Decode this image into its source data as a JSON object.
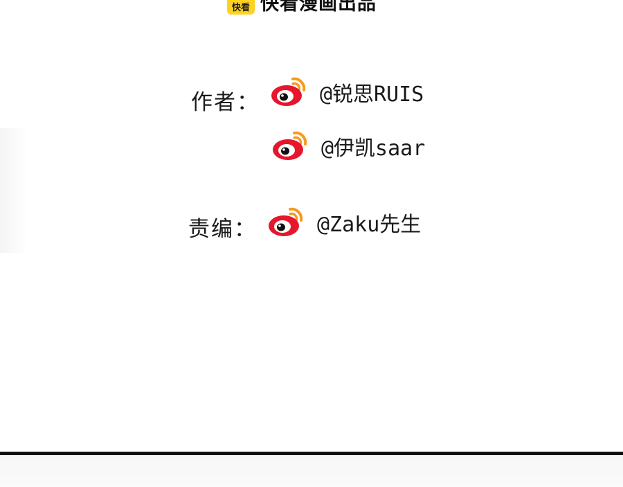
{
  "brand": {
    "logo_text": "快看",
    "name": "快看漫画出品"
  },
  "credits": {
    "author_label": "作者：",
    "authors": [
      {
        "handle": "@锐思RUIS",
        "icon": "weibo-icon"
      },
      {
        "handle": "@伊凯saar",
        "icon": "weibo-icon"
      }
    ],
    "editor_label": "责编：",
    "editor": {
      "handle": "@Zaku先生",
      "icon": "weibo-icon"
    }
  },
  "colors": {
    "weibo_red": "#e6162d",
    "weibo_orange": "#f59a23",
    "brand_yellow": "#ffd21f"
  }
}
